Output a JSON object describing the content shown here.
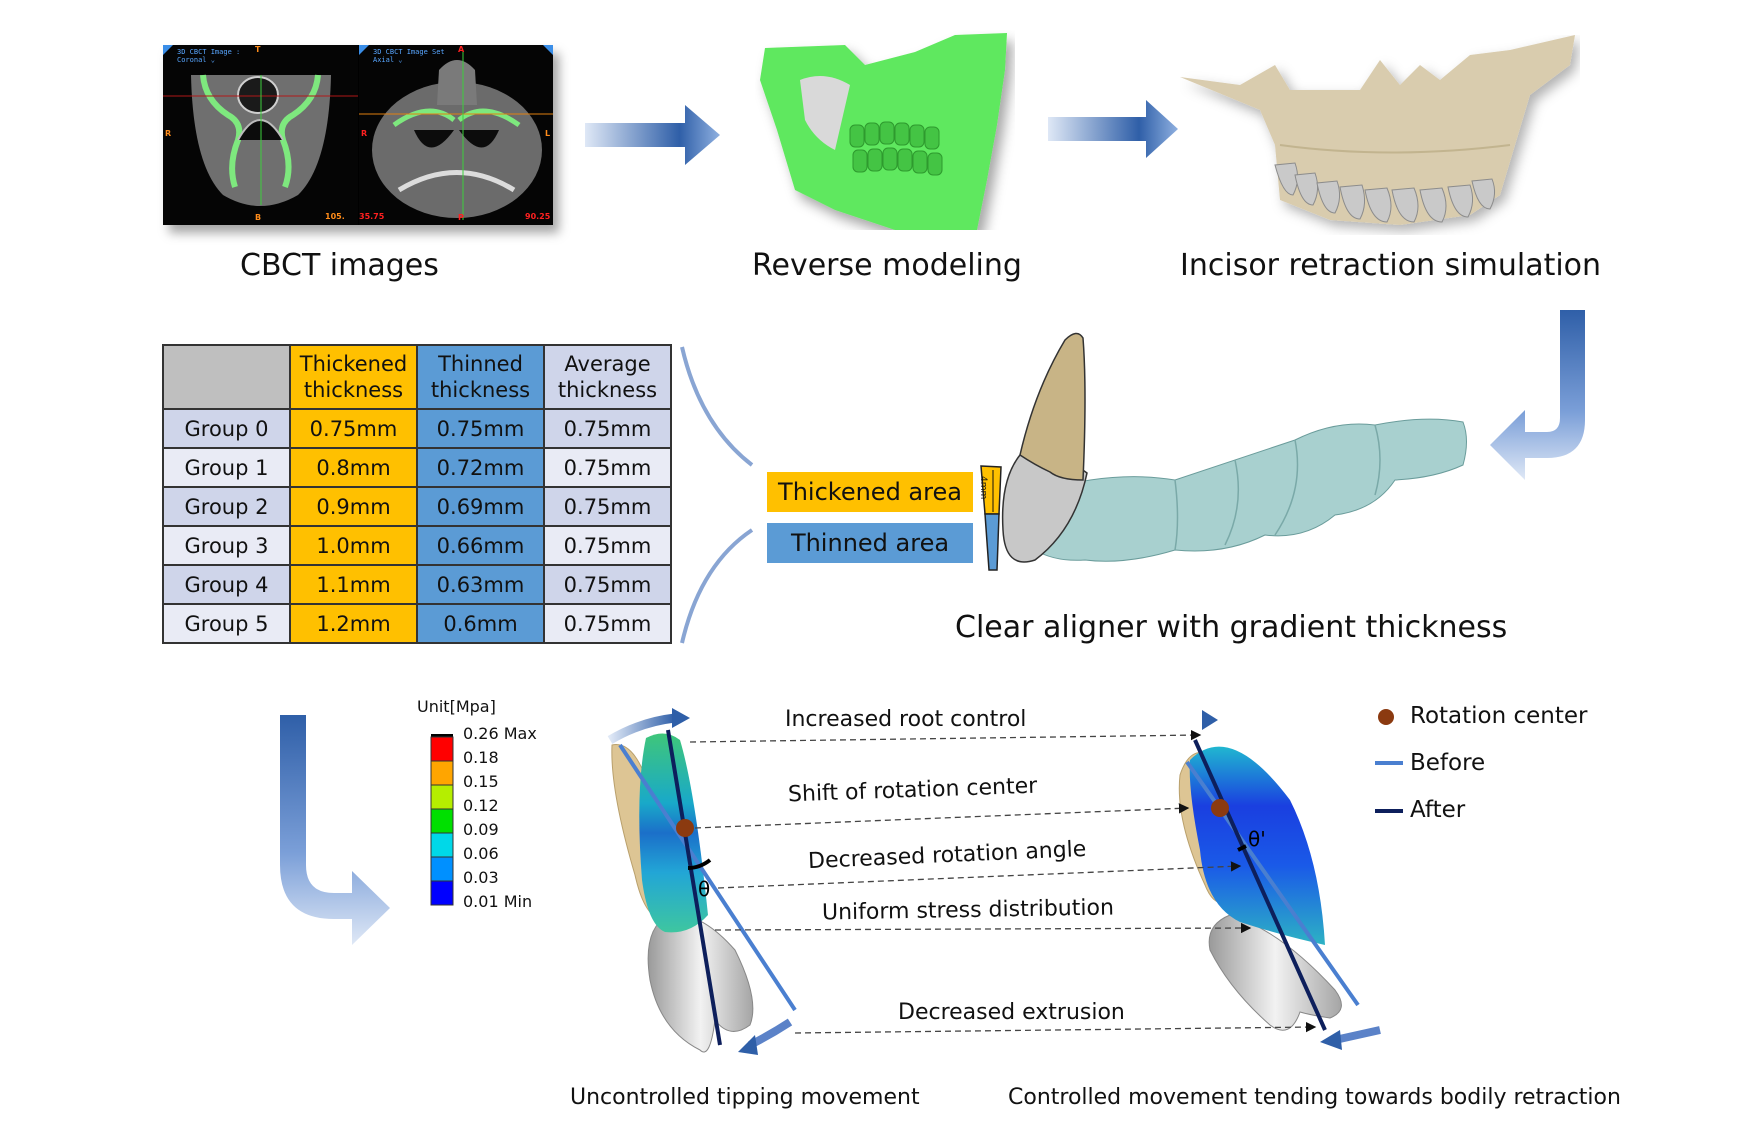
{
  "top_row": {
    "cbct": {
      "caption": "CBCT images",
      "panel_left": {
        "title_line1": "3D CBCT Image :",
        "title_line2": "Coronal",
        "top_marker": "T",
        "bottom_marker": "B",
        "left_marker": "R",
        "readout": "105."
      },
      "panel_right": {
        "title_line1": "3D CBCT Image Set",
        "title_line2": "Axial",
        "top_marker": "A",
        "bottom_marker": "P",
        "left_marker": "R",
        "right_marker": "L",
        "readout_left": "35.75",
        "readout_right": "90.25"
      }
    },
    "reverse_modeling": {
      "caption": "Reverse modeling"
    },
    "incisor_simulation": {
      "caption": "Incisor retraction simulation"
    }
  },
  "thickness_table": {
    "headers": [
      "",
      "Thickened thickness",
      "Thinned thickness",
      "Average thickness"
    ],
    "header_lines": [
      [
        "",
        ""
      ],
      [
        "Thickened",
        "thickness"
      ],
      [
        "Thinned",
        "thickness"
      ],
      [
        "Average",
        "thickness"
      ]
    ],
    "rows": [
      [
        "Group 0",
        "0.75mm",
        "0.75mm",
        "0.75mm"
      ],
      [
        "Group 1",
        "0.8mm",
        "0.72mm",
        "0.75mm"
      ],
      [
        "Group 2",
        "0.9mm",
        "0.69mm",
        "0.75mm"
      ],
      [
        "Group 3",
        "1.0mm",
        "0.66mm",
        "0.75mm"
      ],
      [
        "Group 4",
        "1.1mm",
        "0.63mm",
        "0.75mm"
      ],
      [
        "Group 5",
        "1.2mm",
        "0.6mm",
        "0.75mm"
      ]
    ]
  },
  "aligner": {
    "thickened_label": "Thickened area",
    "thinned_label": "Thinned area",
    "dimension_label": "4mm",
    "caption": "Clear aligner with gradient thickness"
  },
  "stress_scale": {
    "unit": "Unit[Mpa]",
    "levels": [
      "0.26 Max",
      "0.18",
      "0.15",
      "0.12",
      "0.09",
      "0.06",
      "0.03",
      "0.01 Min"
    ],
    "colors": [
      "#ff0000",
      "#ffa500",
      "#b5ee00",
      "#00e000",
      "#00d8e8",
      "#0090ff",
      "#0000ff"
    ]
  },
  "comparison": {
    "annotations": [
      "Increased root control",
      "Shift of rotation center",
      "Decreased rotation angle",
      "Uniform stress distribution",
      "Decreased extrusion"
    ],
    "angle_left": "θ",
    "angle_right": "θ'",
    "left_caption": "Uncontrolled tipping movement",
    "right_caption": "Controlled movement tending towards bodily retraction"
  },
  "legend": {
    "items": [
      {
        "label": "Rotation center",
        "color": "#8b3a10",
        "shape": "dot"
      },
      {
        "label": "Before",
        "color": "#4a7fd0",
        "shape": "line"
      },
      {
        "label": "After",
        "color": "#0d1f5c",
        "shape": "line"
      }
    ]
  },
  "colors": {
    "arrow_blue": "#2f5fa8",
    "yellow": "#ffc000",
    "blue": "#5b9bd5",
    "green_model": "#5ee05e",
    "aligner": "#a8d0cf",
    "bone": "#d9ccae"
  }
}
